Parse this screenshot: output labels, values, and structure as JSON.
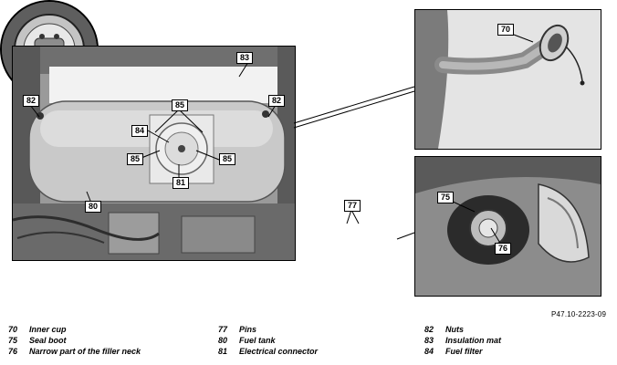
{
  "labels": {
    "l70": "70",
    "l75": "75",
    "l76": "76",
    "l77": "77",
    "l80": "80",
    "l81": "81",
    "l82a": "82",
    "l82b": "82",
    "l83": "83",
    "l84": "84",
    "l85a": "85",
    "l85b": "85",
    "l85c": "85"
  },
  "reference_code": "P47.10-2223-09",
  "legend": [
    {
      "num": "70",
      "text": "Inner cup"
    },
    {
      "num": "75",
      "text": "Seal boot"
    },
    {
      "num": "76",
      "text": "Narrow part of the filler neck"
    },
    {
      "num": "77",
      "text": "Pins"
    },
    {
      "num": "80",
      "text": "Fuel tank"
    },
    {
      "num": "81",
      "text": "Electrical connector"
    },
    {
      "num": "82",
      "text": "Nuts"
    },
    {
      "num": "83",
      "text": "Insulation mat"
    },
    {
      "num": "84",
      "text": "Fuel filter"
    }
  ]
}
